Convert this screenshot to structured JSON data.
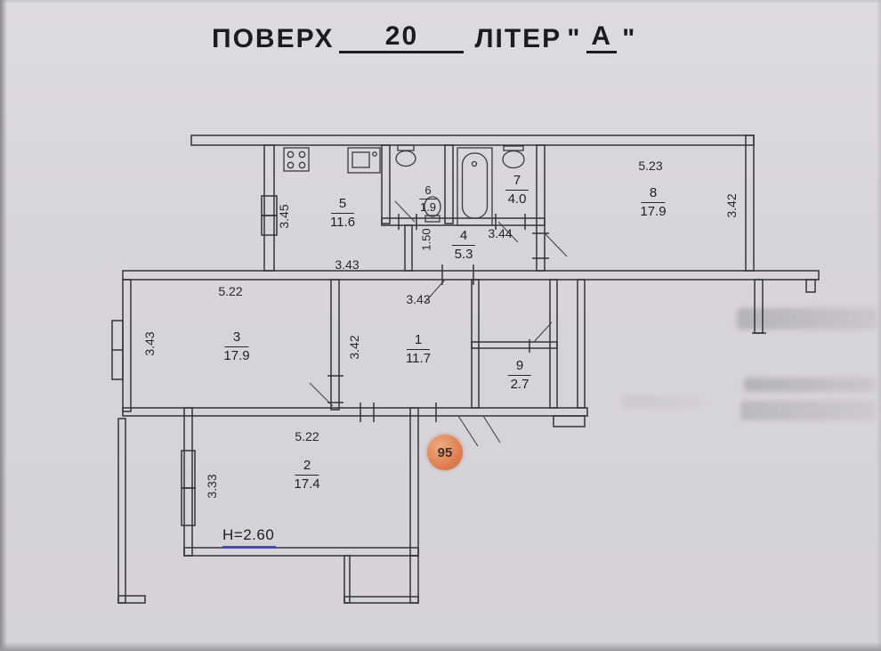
{
  "title": {
    "floor_label": "ПОВЕРХ",
    "floor_value": "20",
    "liter_label": "ЛІТЕР",
    "quote_open": "\"",
    "liter_value": "А",
    "quote_close": "\""
  },
  "rooms": {
    "r1": {
      "number": "1",
      "area": "11.7"
    },
    "r2": {
      "number": "2",
      "area": "17.4"
    },
    "r3": {
      "number": "3",
      "area": "17.9"
    },
    "r4": {
      "number": "4",
      "area": "5.3"
    },
    "r5": {
      "number": "5",
      "area": "11.6"
    },
    "r6": {
      "number": "6",
      "area": "1.9"
    },
    "r7": {
      "number": "7",
      "area": "4.0"
    },
    "r8": {
      "number": "8",
      "area": "17.9"
    },
    "r9": {
      "number": "9",
      "area": "2.7"
    }
  },
  "dimensions": {
    "kitchen_left": "3.45",
    "kitchen_bottom": "3.43",
    "wc_side": "1.50",
    "hall4_top": "3.44",
    "room8_top": "5.23",
    "room8_right": "3.42",
    "room3_top": "5.22",
    "room3_left": "3.43",
    "room1_top": "3.43",
    "room1_left": "3.42",
    "room2_top": "5.22",
    "room2_left": "3.33"
  },
  "stamp": {
    "value": "95"
  },
  "height_note": {
    "text": "H=2.60"
  }
}
